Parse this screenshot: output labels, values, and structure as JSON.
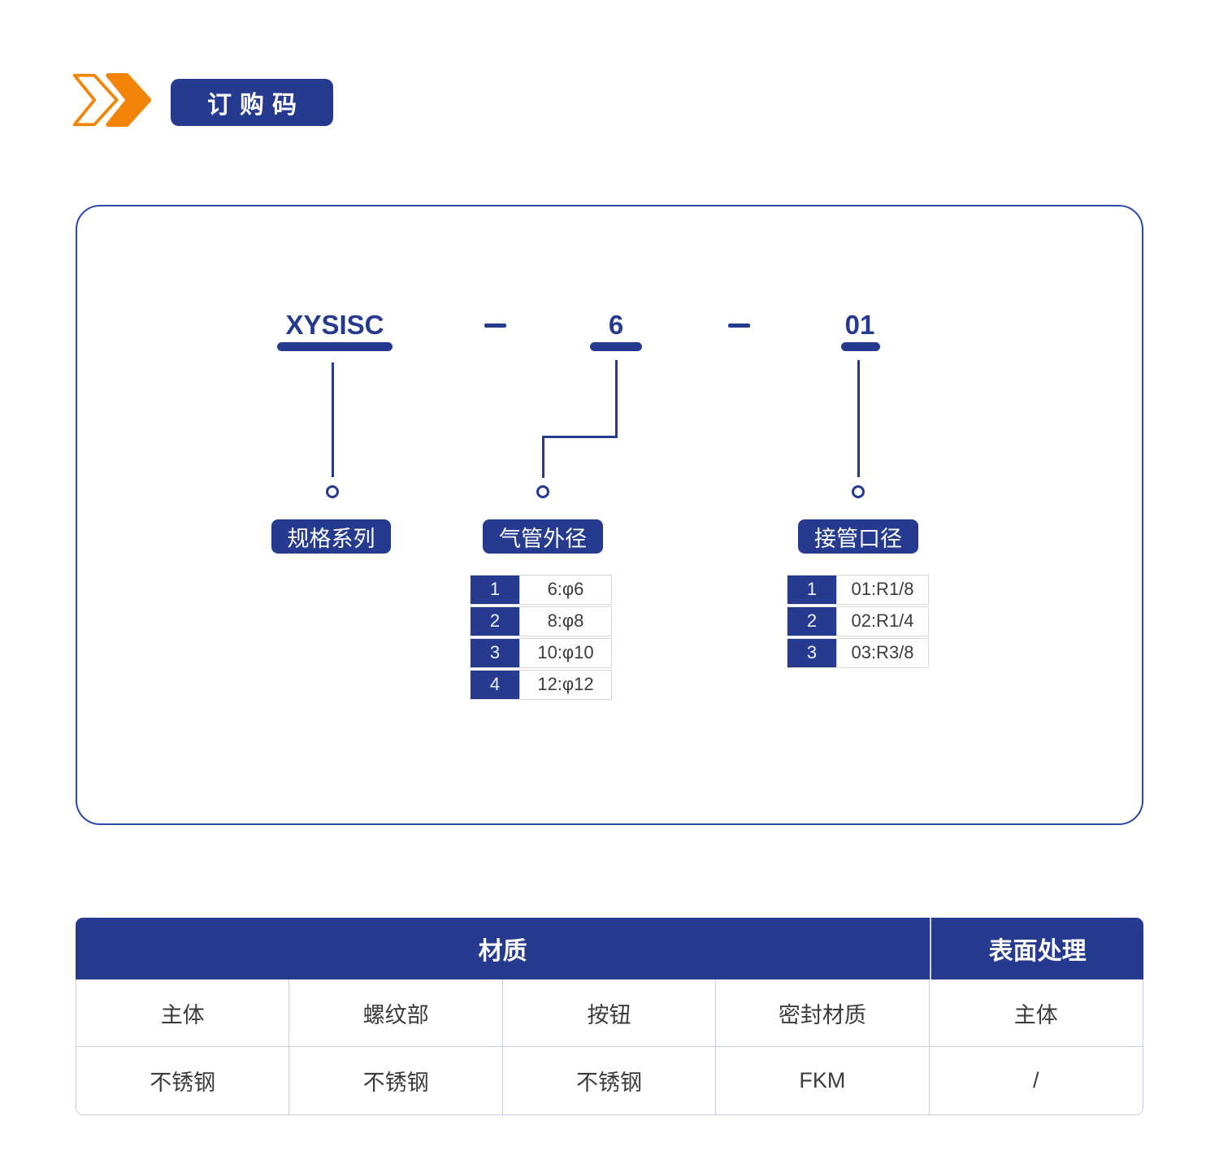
{
  "badge": {
    "title": "订购码"
  },
  "order_code": {
    "dash": "—",
    "parts": [
      {
        "code": "XYSISC",
        "label": "规格系列"
      },
      {
        "code": "6",
        "label": "气管外径"
      },
      {
        "code": "01",
        "label": "接管口径"
      }
    ],
    "tube_od_options": [
      {
        "num": "1",
        "value": "6:φ6"
      },
      {
        "num": "2",
        "value": "8:φ8"
      },
      {
        "num": "3",
        "value": "10:φ10"
      },
      {
        "num": "4",
        "value": "12:φ12"
      }
    ],
    "port_size_options": [
      {
        "num": "1",
        "value": "01:R1/8"
      },
      {
        "num": "2",
        "value": "02:R1/4"
      },
      {
        "num": "3",
        "value": "03:R3/8"
      }
    ]
  },
  "materials_table": {
    "header_material": "材质",
    "header_surface": "表面处理",
    "subheaders": [
      "主体",
      "螺纹部",
      "按钮",
      "密封材质",
      "主体"
    ],
    "values": [
      "不锈钢",
      "不锈钢",
      "不锈钢",
      "FKM",
      "/"
    ]
  },
  "colors": {
    "primary_blue": "#263B8F",
    "panel_border_blue": "#2B49AD",
    "accent_orange": "#F28408",
    "light_border": "#C7CEE5"
  }
}
